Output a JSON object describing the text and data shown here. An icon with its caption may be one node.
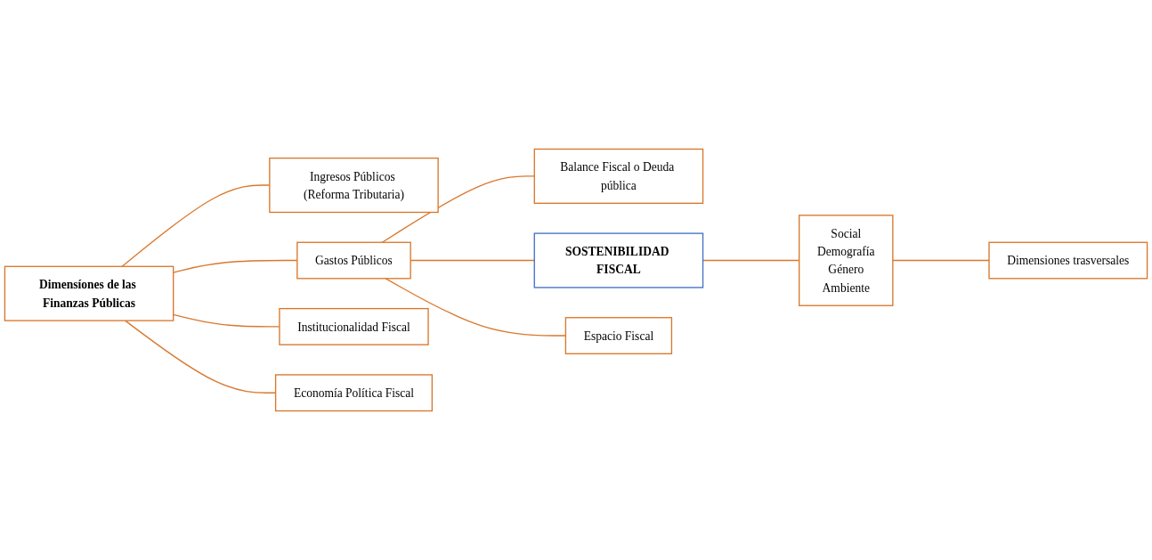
{
  "diagram": {
    "nodes": [
      {
        "text": [
          "Dimensíones de las Finanzas Públicas"
        ]
      },
      {
        "text": [
          "Ingresos Públicos (Reforma Tributaria)"
        ]
      },
      {
        "text": [
          "Gastos Públicos"
        ]
      },
      {
        "text": [
          "Institucionalidad Fiscal"
        ]
      },
      {
        "text": [
          "Economía Política Fiscal"
        ]
      },
      {
        "text": [
          "Balance Fiscal o Deuda pública"
        ]
      },
      {
        "text": [
          "SOSTENIBILIDAD FISCAL"
        ]
      },
      {
        "text": [
          "Espacio Fiscal"
        ]
      },
      {
        "text": [
          "Social",
          "Demografía",
          "Género",
          "Ambiente"
        ]
      },
      {
        "text": [
          "Dimensiones trasversales"
        ]
      }
    ],
    "edges": [
      {
        "from": 0,
        "to": 1,
        "arrow": "none"
      },
      {
        "from": 0,
        "to": 2,
        "arrow": "none"
      },
      {
        "from": 0,
        "to": 3,
        "arrow": "none"
      },
      {
        "from": 0,
        "to": 4,
        "arrow": "none"
      },
      {
        "from": 2,
        "to": 5,
        "arrow": "none"
      },
      {
        "from": 2,
        "to": 6,
        "arrow": "none"
      },
      {
        "from": 2,
        "to": 7,
        "arrow": "none"
      },
      {
        "from": 6,
        "to": 8,
        "arrow": "none"
      },
      {
        "from": 8,
        "to": 9,
        "arrow": "none"
      }
    ]
  }
}
